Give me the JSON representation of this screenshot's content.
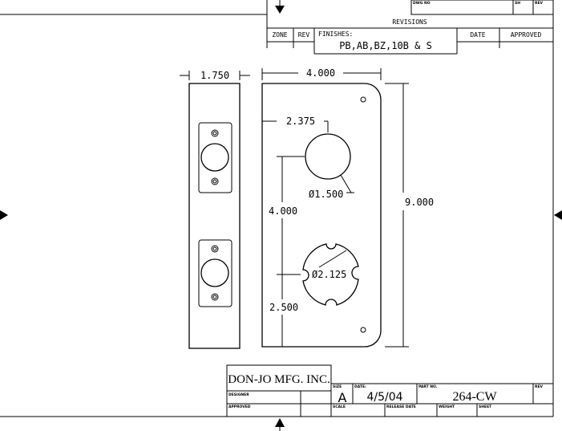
{
  "revisions": {
    "dwg_no_label": "DWG NO",
    "sh_label": "SH",
    "rev_label": "REV",
    "title": "REVISIONS",
    "headers": [
      "ZONE",
      "REV",
      "DATE",
      "APPROVED"
    ],
    "finishes_label": "FINISHES:",
    "finishes_value": "PB,AB,BZ,10B & S"
  },
  "dimensions": {
    "side_width": "1.750",
    "plate_width": "4.000",
    "hole_offset": "2.375",
    "plate_height": "9.000",
    "hole_spacing": "4.000",
    "bottom_offset": "2.500",
    "small_hole_dia": "Ø1.500",
    "large_hole_dia": "Ø2.125"
  },
  "title_block": {
    "company": "DON-JO MFG. INC.",
    "designer_label": "DESIGNER",
    "approved_label": "APPROVED",
    "size_label": "SIZE",
    "size_value": "A",
    "date_label": "DATE:",
    "date_value": "4/5/04",
    "part_no_label": "PART NO.",
    "part_no_value": "264-CW",
    "rev_label": "REV",
    "scale_label": "SCALE",
    "release_date_label": "RELEASE DATE",
    "weight_label": "WEIGHT",
    "sheet_label": "SHEET"
  }
}
